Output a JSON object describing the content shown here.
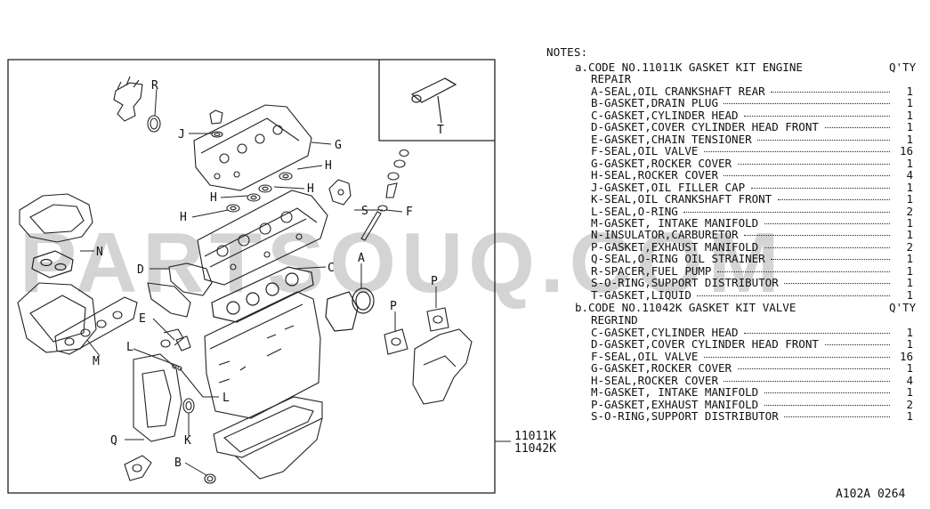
{
  "watermark": "PARTSOUQ.COM",
  "diagram_code": "A102A 0264",
  "callouts": {
    "A": "A",
    "B": "B",
    "C": "C",
    "D": "D",
    "E": "E",
    "F": "F",
    "G": "G",
    "H": "H",
    "J": "J",
    "K": "K",
    "L": "L",
    "M": "M",
    "N": "N",
    "P": "P",
    "Q": "Q",
    "R": "R",
    "S": "S",
    "T": "T"
  },
  "part_numbers": [
    "11011K",
    "11042K"
  ],
  "notes": {
    "title": "NOTES:",
    "kit_a": {
      "header": "a.CODE NO.11011K GASKET KIT ENGINE",
      "header2": "REPAIR",
      "qty_header": "Q'TY",
      "items": [
        {
          "label": "A-SEAL,OIL CRANKSHAFT REAR",
          "qty": "1"
        },
        {
          "label": "B-GASKET,DRAIN PLUG",
          "qty": "1"
        },
        {
          "label": "C-GASKET,CYLINDER HEAD",
          "qty": "1"
        },
        {
          "label": "D-GASKET,COVER CYLINDER HEAD FRONT",
          "qty": "1"
        },
        {
          "label": "E-GASKET,CHAIN TENSIONER",
          "qty": "1"
        },
        {
          "label": "F-SEAL,OIL VALVE",
          "qty": "16"
        },
        {
          "label": "G-GASKET,ROCKER COVER",
          "qty": "1"
        },
        {
          "label": "H-SEAL,ROCKER COVER",
          "qty": "4"
        },
        {
          "label": "J-GASKET,OIL FILLER CAP",
          "qty": "1"
        },
        {
          "label": "K-SEAL,OIL CRANKSHAFT FRONT",
          "qty": "1"
        },
        {
          "label": "L-SEAL,O-RING",
          "qty": "2"
        },
        {
          "label": "M-GASKET, INTAKE MANIFOLD",
          "qty": "1"
        },
        {
          "label": "N-INSULATOR,CARBURETOR",
          "qty": "1"
        },
        {
          "label": "P-GASKET,EXHAUST MANIFOLD",
          "qty": "2"
        },
        {
          "label": "Q-SEAL,O-RING OIL STRAINER",
          "qty": "1"
        },
        {
          "label": "R-SPACER,FUEL PUMP",
          "qty": "1"
        },
        {
          "label": "S-O-RING,SUPPORT DISTRIBUTOR",
          "qty": "1"
        },
        {
          "label": "T-GASKET,LIQUID",
          "qty": "1"
        }
      ]
    },
    "kit_b": {
      "header": "b.CODE NO.11042K GASKET KIT VALVE",
      "header2": "REGRIND",
      "qty_header": "Q'TY",
      "items": [
        {
          "label": "C-GASKET,CYLINDER HEAD",
          "qty": "1"
        },
        {
          "label": "D-GASKET,COVER CYLINDER HEAD FRONT",
          "qty": "1"
        },
        {
          "label": "F-SEAL,OIL VALVE",
          "qty": "16"
        },
        {
          "label": "G-GASKET,ROCKER COVER",
          "qty": "1"
        },
        {
          "label": "H-SEAL,ROCKER COVER",
          "qty": "4"
        },
        {
          "label": "M-GASKET, INTAKE MANIFOLD",
          "qty": "1"
        },
        {
          "label": "P-GASKET,EXHAUST MANIFOLD",
          "qty": "2"
        },
        {
          "label": "S-O-RING,SUPPORT DISTRIBUTOR",
          "qty": "1"
        }
      ]
    }
  },
  "colors": {
    "line": "#222222",
    "watermark": "#d4d4d4",
    "background": "#ffffff"
  }
}
